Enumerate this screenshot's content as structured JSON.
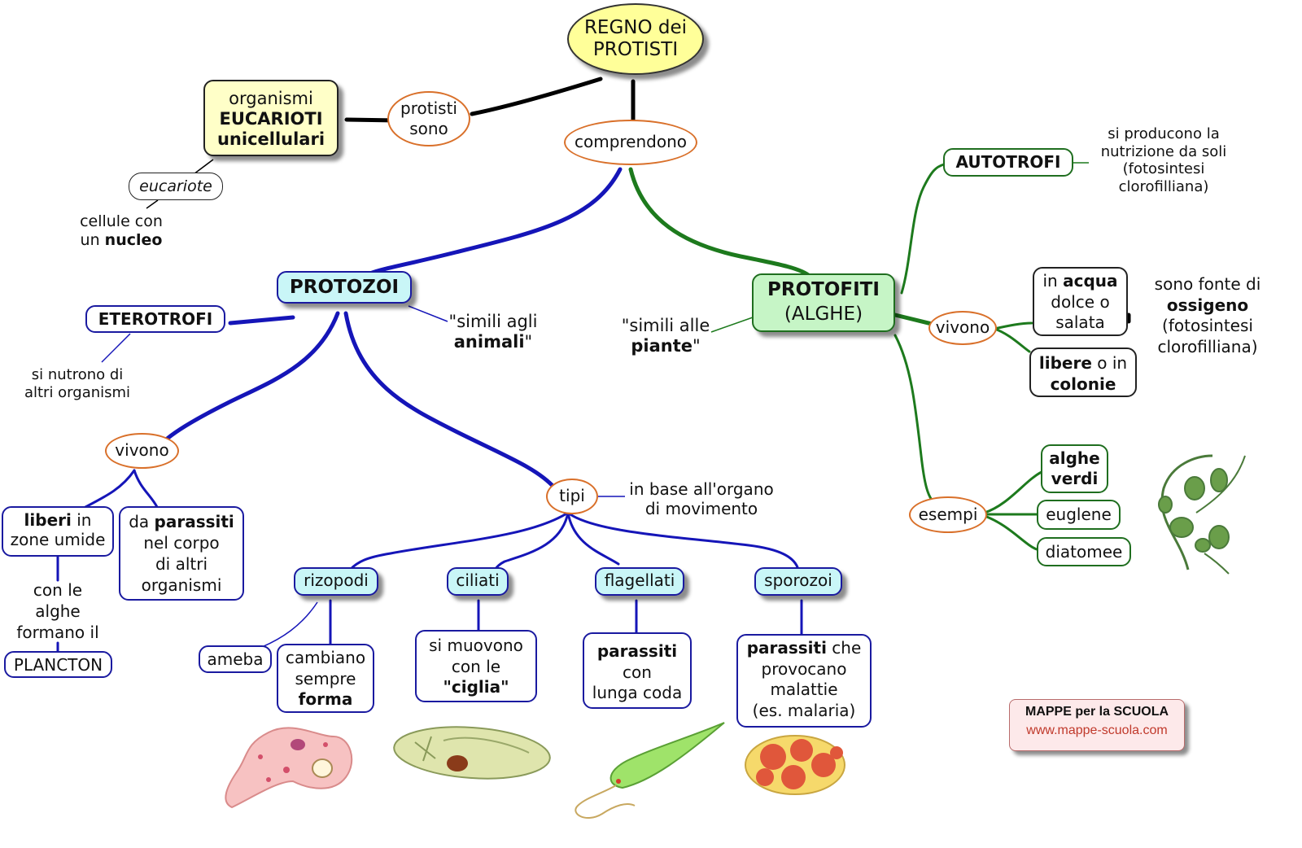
{
  "root": {
    "line1": "REGNO dei",
    "line2": "PROTISTI"
  },
  "def": {
    "line1": "organismi",
    "line2": "EUCARIOTI",
    "line3": "unicellulari"
  },
  "link_protisti_sono": "protisti sono",
  "link_comprendono": "comprendono",
  "eucariote": "eucariote",
  "cellule": {
    "line1": "cellule con",
    "line2a": "un ",
    "line2b": "nucleo"
  },
  "protozoi": {
    "title": "PROTOZOI",
    "simili": {
      "q1": "\"simili agli",
      "b": "animali",
      "q2": "\""
    },
    "eterotrofi": "ETEROTROFI",
    "nutrono": {
      "line1": "si nutrono di",
      "line2": "altri organismi"
    },
    "vivono": "vivono",
    "liberi": {
      "b": "liberi",
      "t1": " in",
      "line2": "zone umide"
    },
    "conle": {
      "line1": "con le",
      "line2": "alghe",
      "line3": "formano il"
    },
    "plancton": "PLANCTON",
    "parassiti": {
      "t1": "da ",
      "b": "parassiti",
      "line2": "nel corpo",
      "line3": "di altri",
      "line4": "organismi"
    },
    "tipi": "tipi",
    "organo": {
      "line1": "in base all'organo",
      "line2": "di movimento"
    },
    "types": {
      "rizopodi": "rizopodi",
      "ciliati": "ciliati",
      "flagellati": "flagellati",
      "sporozoi": "sporozoi"
    },
    "ameba": "ameba",
    "cambiano": {
      "line1": "cambiano",
      "line2": "sempre",
      "line3": "forma"
    },
    "muovono": {
      "line1": "si muovono",
      "line2": "con le",
      "line3": "\"ciglia\""
    },
    "flag_desc": {
      "line1": "parassiti",
      "line2": "con",
      "line3": "lunga coda"
    },
    "spor_desc": {
      "b": "parassiti",
      "t1": " che",
      "line2": "provocano",
      "line3": "malattie",
      "line4": "(es. malaria)"
    }
  },
  "protofiti": {
    "title": "PROTOFITI",
    "subtitle": "(ALGHE)",
    "simili": {
      "q1": "\"simili alle",
      "b": "piante",
      "q2": "\""
    },
    "autotrofi": "AUTOTROFI",
    "nutrizione": {
      "line1": "si producono la",
      "line2": "nutrizione da soli",
      "line3": "(fotosintesi",
      "line4": "clorofilliana)"
    },
    "vivono": "vivono",
    "acqua": {
      "t1": "in ",
      "b": "acqua",
      "line2": "dolce o",
      "line3": "salata"
    },
    "ossigeno": {
      "line1": "sono fonte di",
      "line2": "ossigeno",
      "line3": "(fotosintesi",
      "line4": "clorofilliana)"
    },
    "libere": {
      "b1": "libere",
      "t1": " o in",
      "b2": "colonie"
    },
    "esempi": "esempi",
    "alghe_verdi": {
      "line1": "alghe",
      "line2": "verdi"
    },
    "euglene": "euglene",
    "diatomee": "diatomee"
  },
  "brand": {
    "line1": "MAPPE per la SCUOLA",
    "line2": "www.mappe-scuola.com"
  },
  "colors": {
    "protozoi_line": "#1515b8",
    "protofiti_line": "#1d7a1d",
    "oval_border": "#d9702a",
    "root_fill": "#ffff99",
    "protozoi_fill": "#c9f6f7",
    "protofiti_fill": "#c6f5c6",
    "def_fill": "#ffffc8"
  }
}
